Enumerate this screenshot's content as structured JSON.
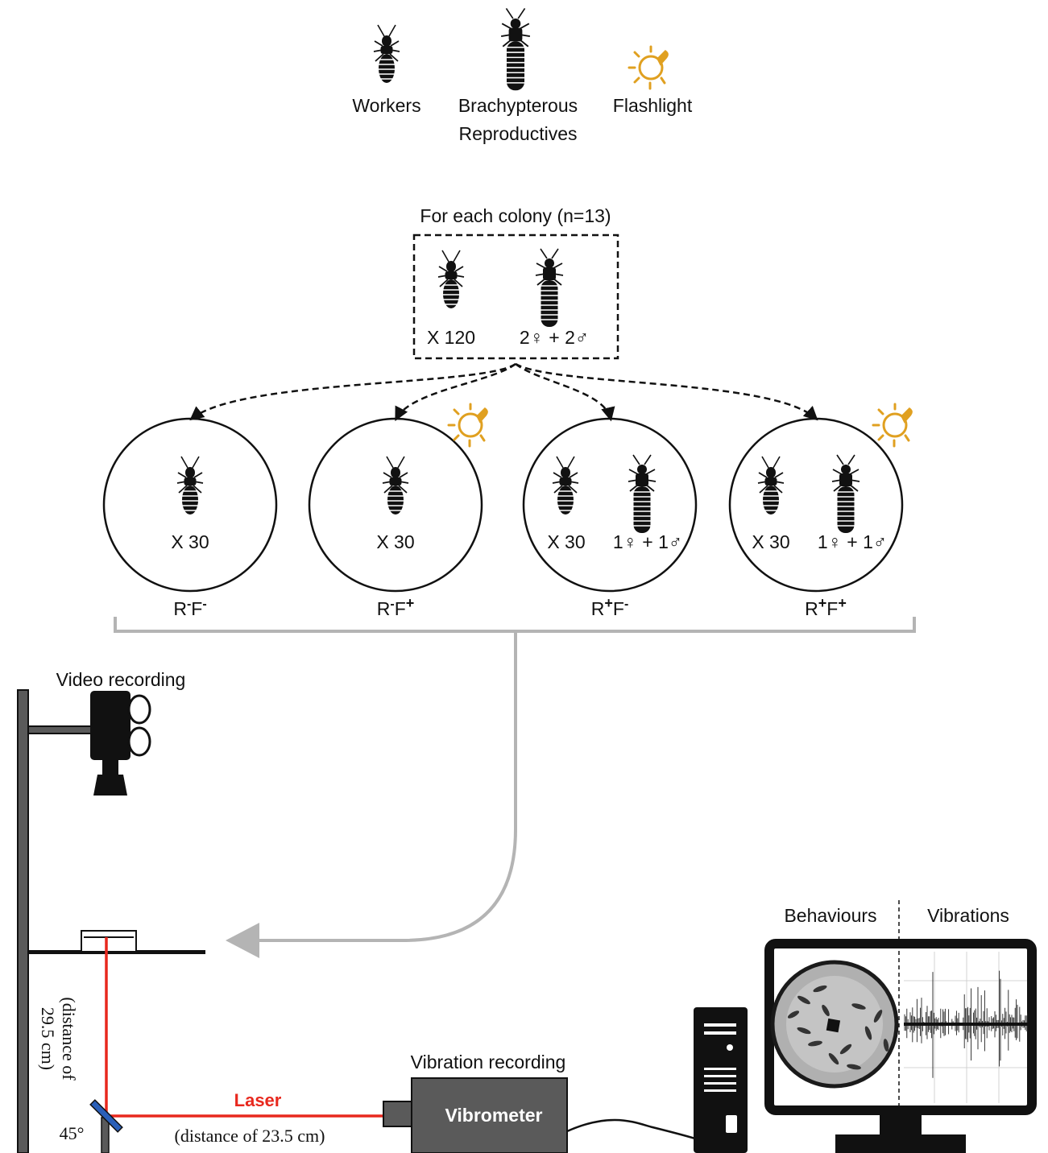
{
  "legend": {
    "workers": "Workers",
    "reproductives_line1": "Brachypterous",
    "reproductives_line2": "Reproductives",
    "flashlight": "Flashlight"
  },
  "colony": {
    "title": "For each colony (n=13)",
    "workers_count": "X 120",
    "reproductives_count": "2♀ + 2♂"
  },
  "treatments": [
    {
      "r_sign": "-",
      "f_sign": "-",
      "workers": "X 30",
      "reproductives": "",
      "flashlight": false
    },
    {
      "r_sign": "-",
      "f_sign": "+",
      "workers": "X 30",
      "reproductives": "",
      "flashlight": true
    },
    {
      "r_sign": "+",
      "f_sign": "-",
      "workers": "X 30",
      "reproductives": "1♀ + 1♂",
      "flashlight": false
    },
    {
      "r_sign": "+",
      "f_sign": "+",
      "workers": "X 30",
      "reproductives": "1♀ + 1♂",
      "flashlight": true
    }
  ],
  "setup": {
    "video_label": "Video recording",
    "vertical_distance_line1": "(distance of",
    "vertical_distance_line2": "29.5 cm)",
    "mirror_angle": "45°",
    "laser_label": "Laser",
    "horizontal_distance": "(distance of 23.5 cm)",
    "vibration_label": "Vibration recording",
    "vibrometer_label": "Vibrometer",
    "behaviours_label": "Behaviours",
    "vibrations_label": "Vibrations"
  },
  "colors": {
    "flashlight": "#e0a020",
    "laser": "#e8281e",
    "connector": "#b4b4b4",
    "vibrometer": "#5a5a5a",
    "ink": "#111111"
  }
}
